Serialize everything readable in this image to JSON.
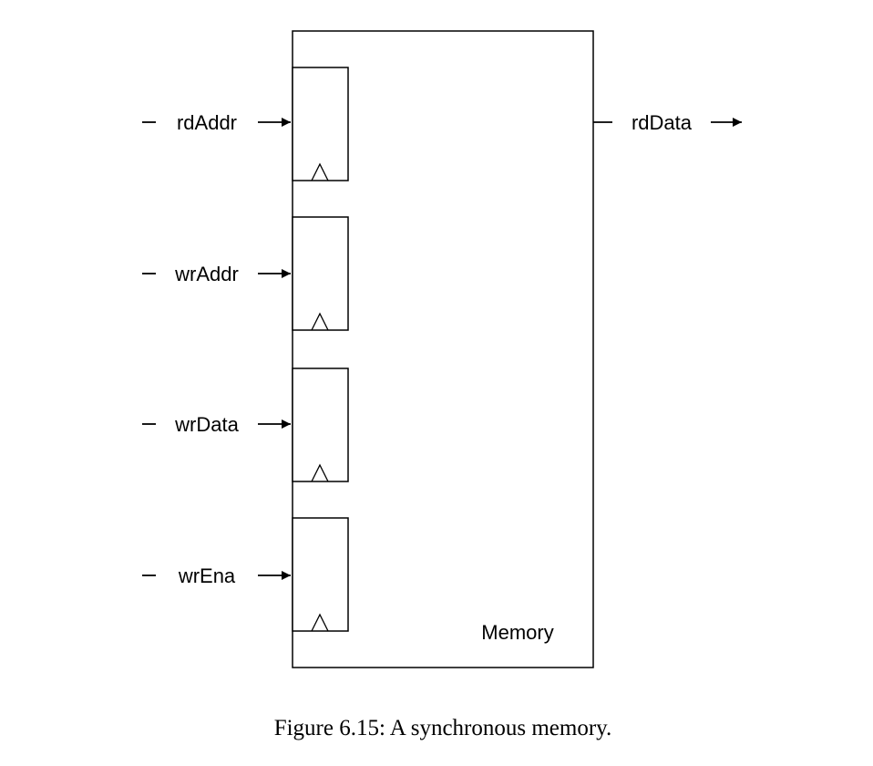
{
  "diagram": {
    "inputs": [
      {
        "label": "rdAddr"
      },
      {
        "label": "wrAddr"
      },
      {
        "label": "wrData"
      },
      {
        "label": "wrEna"
      }
    ],
    "output": {
      "label": "rdData"
    },
    "block_label": "Memory",
    "caption": "Figure 6.15: A synchronous memory."
  }
}
